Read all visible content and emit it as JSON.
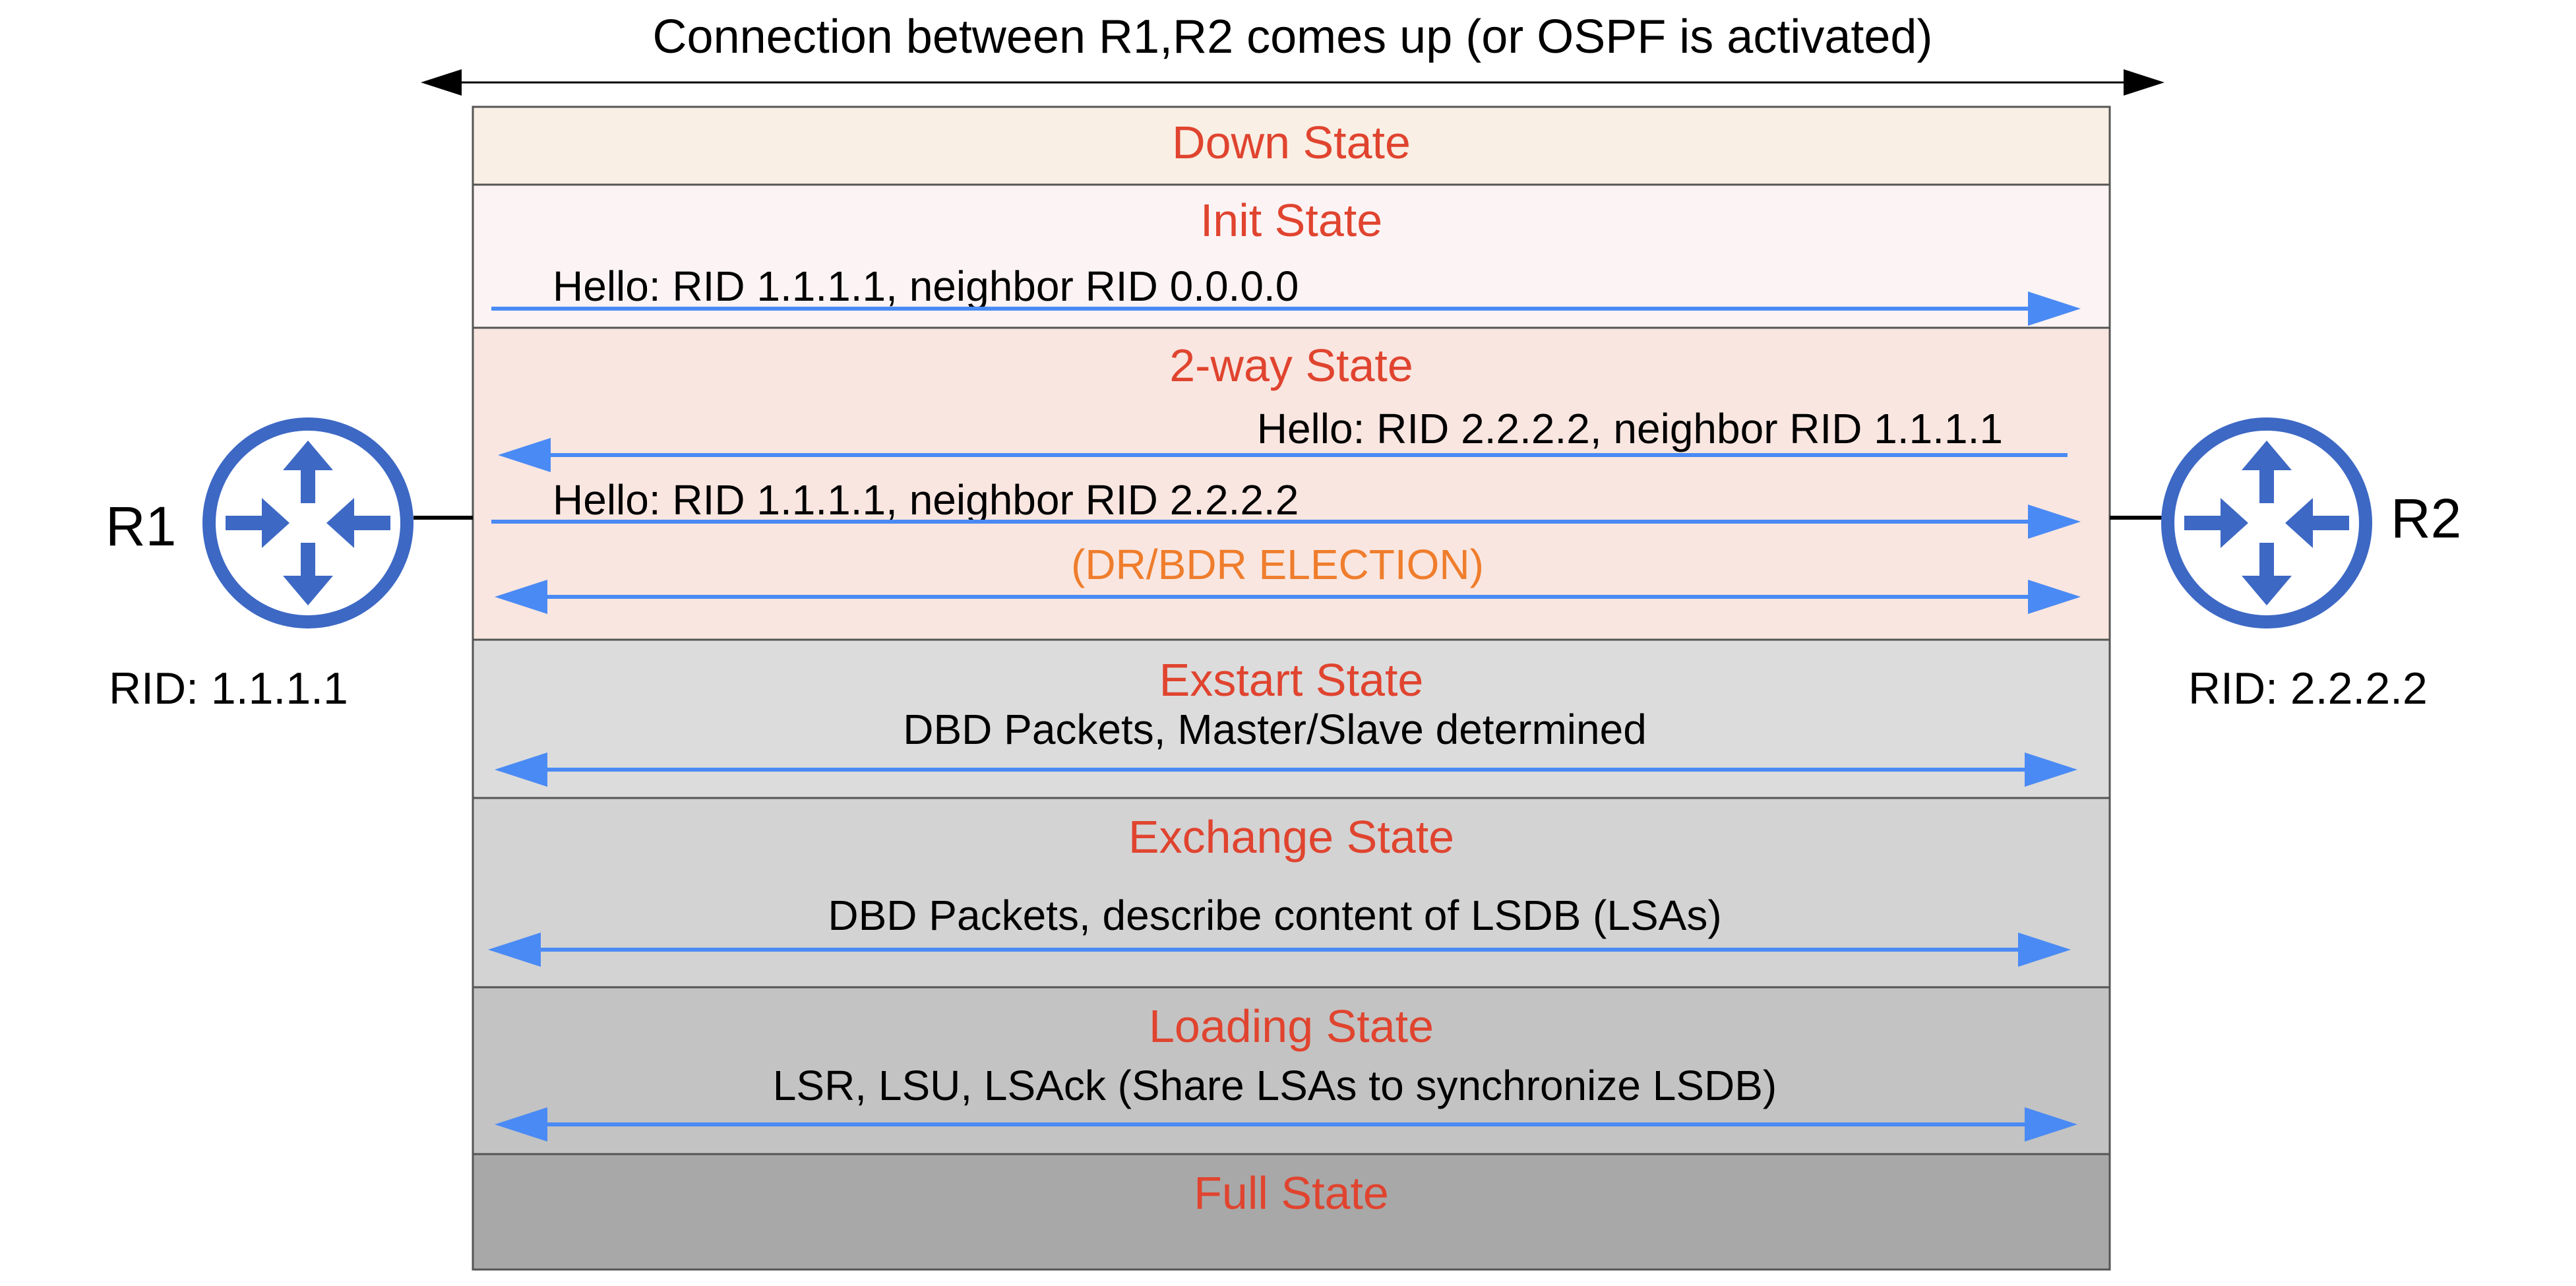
{
  "connection_label": "Connection between R1,R2 comes up (or OSPF is activated)",
  "colors": {
    "state_title": "#e0442f",
    "election": "#ef7d2c",
    "arrow": "#4a8af4",
    "router": "#3d68c4",
    "text": "#000000"
  },
  "states": [
    {
      "title": "Down State",
      "fill": "#f9efe4"
    },
    {
      "title": "Init State",
      "fill": "#fcf3f4"
    },
    {
      "title": "2-way State",
      "fill": "#f9e6e0"
    },
    {
      "title": "Exstart State",
      "fill": "#dcdcdc"
    },
    {
      "title": "Exchange State",
      "fill": "#d3d3d3"
    },
    {
      "title": "Loading State",
      "fill": "#c3c3c3"
    },
    {
      "title": "Full State",
      "fill": "#a8a8a8"
    }
  ],
  "messages": {
    "init_hello": "Hello: RID 1.1.1.1, neighbor RID 0.0.0.0",
    "twoway_hello_r2": "Hello: RID 2.2.2.2, neighbor RID 1.1.1.1",
    "twoway_hello_r1": "Hello: RID 1.1.1.1, neighbor RID 2.2.2.2",
    "election": "(DR/BDR ELECTION)",
    "exstart": "DBD Packets, Master/Slave determined",
    "exchange": "DBD Packets, describe content of LSDB (LSAs)",
    "loading": "LSR, LSU, LSAck (Share LSAs to synchronize LSDB)"
  },
  "routers": {
    "r1": {
      "name": "R1",
      "rid": "RID: 1.1.1.1",
      "icon": "router-icon"
    },
    "r2": {
      "name": "R2",
      "rid": "RID: 2.2.2.2",
      "icon": "router-icon"
    }
  }
}
